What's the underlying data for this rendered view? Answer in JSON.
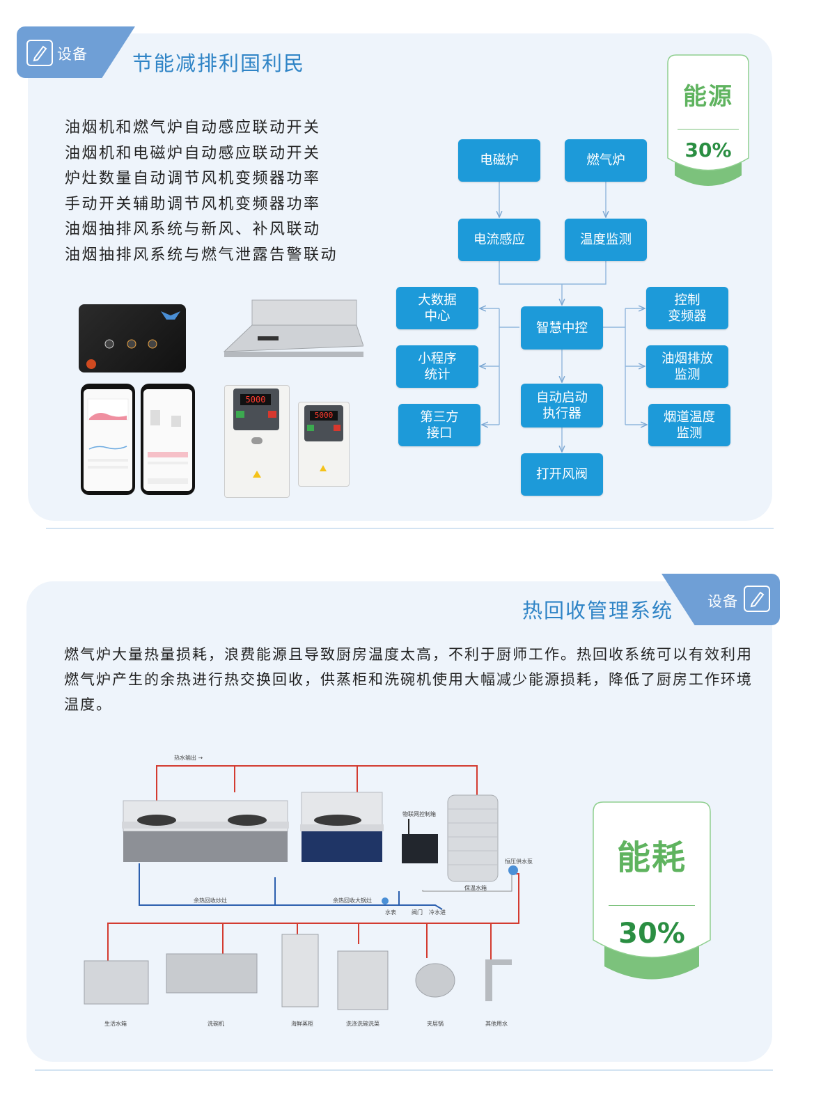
{
  "section1": {
    "tag": "设备",
    "title": "节能减排利国利民",
    "features": [
      "油烟机和燃气炉自动感应联动开关",
      "油烟机和电磁炉自动感应联动开关",
      "炉灶数量自动调节风机变频器功率",
      "手动开关辅助调节风机变频器功率",
      "油烟抽排风系统与新风、补风联动",
      "油烟抽排风系统与燃气泄露告警联动"
    ],
    "badge": {
      "label": "能源",
      "value": "30%"
    },
    "flow": {
      "induction_cooker": "电磁炉",
      "gas_stove": "燃气炉",
      "current_sensing": "电流感应",
      "temperature_monitor": "温度监测",
      "smart_control": "智慧中控",
      "big_data": "大数据\n中心",
      "mini_program": "小程序\n统计",
      "third_party": "第三方\n接口",
      "inverter_control": "控制\n变频器",
      "fume_monitor": "油烟排放\n监测",
      "flue_temp": "烟道温度\n监测",
      "auto_actuator": "自动启动\n执行器",
      "open_damper": "打开风阀"
    },
    "inverter_display": "5000"
  },
  "section2": {
    "tag": "设备",
    "title": "热回收管理系统",
    "paragraph": "燃气炉大量热量损耗，浪费能源且导致厨房温度太高，不利于厨师工作。热回收系统可以有效利用燃气炉产生的余热进行热交换回收，供蒸柜和洗碗机使用大幅减少能源损耗，降低了厨房工作环境温度。",
    "badge": {
      "label": "能耗",
      "value": "30%"
    },
    "diagram": {
      "hot_water_out": "热水输出 →",
      "iot_box": "物联网控制箱",
      "wok_stove": "余热回收炒灶",
      "big_wok": "余热回收大锅灶",
      "tank": "保温水箱",
      "pump": "恒压供水泵",
      "water_meter": "水表",
      "valve": "阀门",
      "cold_in": "冷水进",
      "appliances": [
        "生活水箱",
        "洗碗机",
        "海鲜蒸柜",
        "洗涤洗碗洗菜",
        "夹层锅",
        "其他用水"
      ]
    }
  }
}
